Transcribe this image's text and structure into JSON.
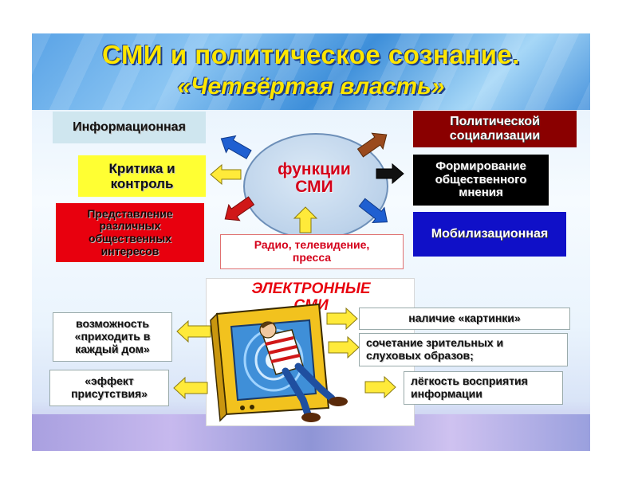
{
  "title": {
    "line1": "СМИ и политическое сознание.",
    "line2": "«Четвёртая власть»"
  },
  "center": {
    "line1": "функции",
    "line2": "СМИ"
  },
  "functions_left": [
    {
      "text": "Информационная",
      "bg": "#cfe6ef"
    },
    {
      "text": "Критика и контроль",
      "bg": "#ffff33"
    },
    {
      "text": "Представление различных общественных интересов",
      "bg": "#e8000e"
    }
  ],
  "functions_right": [
    {
      "text": "Политической социализации",
      "bg": "#8a0000"
    },
    {
      "text": "Формирование общественного мнения",
      "bg": "#000000"
    },
    {
      "text": "Мобилизационная",
      "bg": "#1010c8"
    }
  ],
  "source": {
    "text": "Радио, телевидение, пресса"
  },
  "electronic": {
    "line1": "ЭЛЕКТРОННЫЕ",
    "line2": "СМИ"
  },
  "features_left": [
    {
      "text": "возможность «приходить в каждый дом»"
    },
    {
      "text": "«эффект присутствия»"
    }
  ],
  "features_right": [
    {
      "text": "наличие «картинки»"
    },
    {
      "text": "сочетание зрительных и слуховых образов;"
    },
    {
      "text": "лёгкость восприятия информации"
    }
  ],
  "colors": {
    "title": "#ffe600",
    "center_text": "#d4001a",
    "arrow_blue": "#1f5fd1",
    "arrow_brown": "#9a4a1d",
    "arrow_red": "#d01818",
    "arrow_yellow": "#ffea3a"
  },
  "illustration": "boy-climbing-into-tv"
}
